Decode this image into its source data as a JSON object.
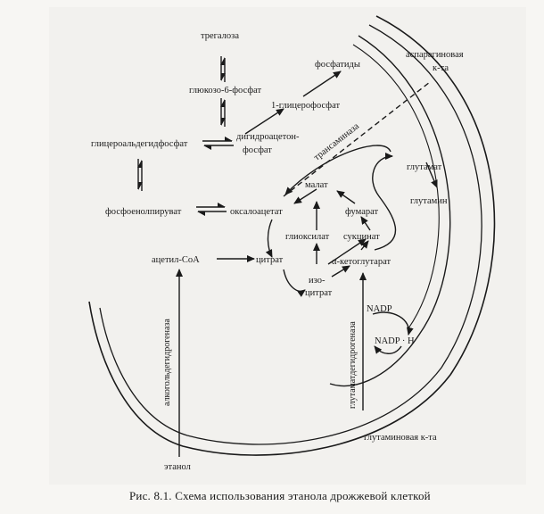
{
  "labels": {
    "trehalose": "трегалоза",
    "glucose6p": "глюкозо-6-фосфат",
    "phosphatides": "фосфатиды",
    "asparaginic_1": "аспарагиновая",
    "asparaginic_2": "к-та",
    "glycerophosphate": "1-глицерофосфат",
    "dhap_1": "дигидроацетон-",
    "dhap_2": "фосфат",
    "ga3p": "глицероальдегидфосфат",
    "transaminase": "трансаминаза",
    "glutamate": "глутамат",
    "glutamine": "глутамин",
    "malate": "малат",
    "pep": "фосфоенолпируват",
    "oxaloacetate": "оксалоацетат",
    "fumarate": "фумарат",
    "glyoxylate": "глиоксилат",
    "succinate": "сукцинат",
    "acetylcoa": "ацетил-СоА",
    "citrate": "цитрат",
    "akg": "α-кетоглутарат",
    "isocitrate_1": "изо-",
    "isocitrate_2": "цитрат",
    "nadp": "NADP",
    "nadph": "NADP · H",
    "adh": "алкогольдегидрогеназа",
    "gdh": "глутаматдегидрогеназа",
    "glutamic_acid": "глутаминовая к-та",
    "ethanol": "этанол"
  },
  "caption": "Рис. 8.1. Схема использования этанола дрожжевой клеткой"
}
